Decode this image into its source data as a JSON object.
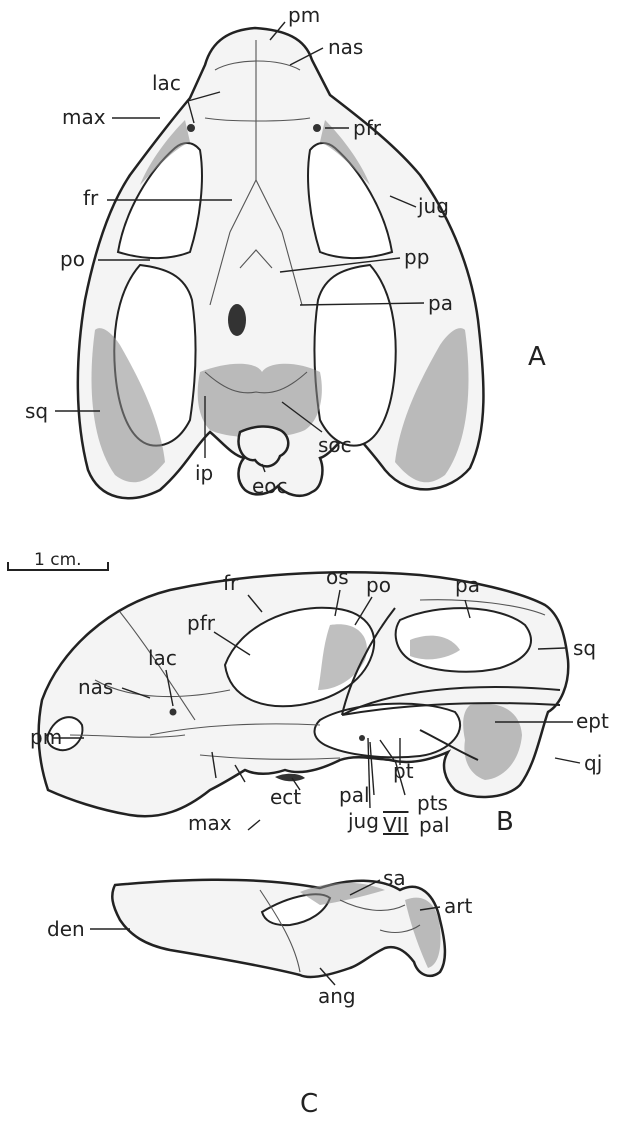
{
  "panels": {
    "A": "A",
    "B": "B",
    "C": "C"
  },
  "scale_bar": {
    "label": "1 cm."
  },
  "labels_A": {
    "pm": "pm",
    "nas": "nas",
    "lac": "lac",
    "max": "max",
    "pfr": "pfr",
    "fr": "fr",
    "jug": "jug",
    "po": "po",
    "pp": "pp",
    "pa": "pa",
    "sq": "sq",
    "ip": "ip",
    "soc": "soc",
    "eoc": "eoc"
  },
  "labels_B": {
    "fr": "fr",
    "os": "os",
    "po": "po",
    "pa": "pa",
    "pfr": "pfr",
    "lac": "lac",
    "nas": "nas",
    "sq": "sq",
    "pm": "pm",
    "ept": "ept",
    "qj": "qj",
    "pt": "pt",
    "max": "max",
    "ect": "ect",
    "pal": "pal",
    "pts": "pts",
    "jug": "jug",
    "vii": "VII",
    "pal2": "pal"
  },
  "labels_C": {
    "sa": "sa",
    "art": "art",
    "den": "den",
    "ang": "ang"
  }
}
